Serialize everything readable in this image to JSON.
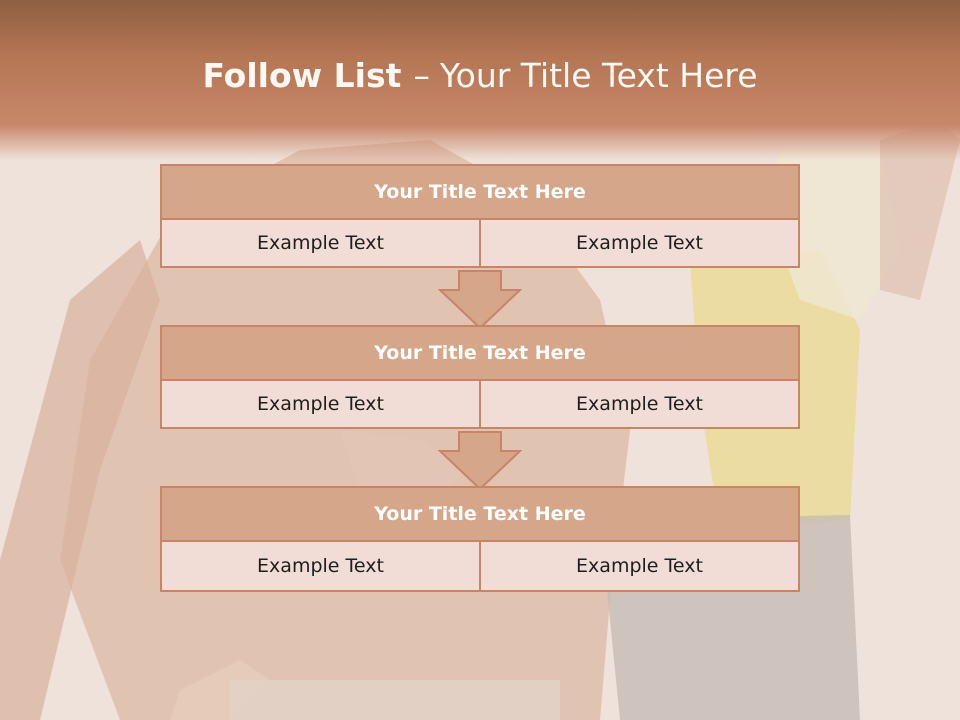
{
  "title": {
    "bold": "Follow List",
    "separator": "–",
    "rest": "Your Title Text Here"
  },
  "steps": [
    {
      "title": "Your Title Text Here",
      "left": "Example Text",
      "right": "Example Text"
    },
    {
      "title": "Your Title Text Here",
      "left": "Example Text",
      "right": "Example Text"
    },
    {
      "title": "Your Title Text Here",
      "left": "Example Text",
      "right": "Example Text"
    }
  ],
  "colors": {
    "title_band": "#b57654",
    "block_title_fill": "#d6a68a",
    "block_cell_fill": "#f1ddd6",
    "block_border": "#c78466",
    "arrow_fill": "#d6a68a"
  }
}
